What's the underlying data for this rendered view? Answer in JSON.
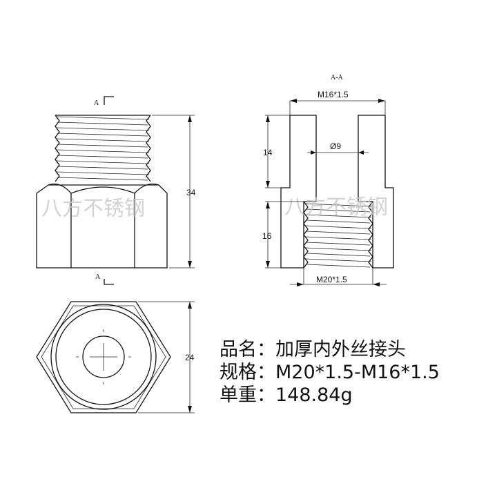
{
  "watermark": "八方不锈钢",
  "front_view": {
    "section_mark_top": "A",
    "section_mark_bottom": "A",
    "height_dim": "34"
  },
  "section_view": {
    "title": "A-A",
    "top_thread": "M16*1.5",
    "bore_dim": "Ø9",
    "upper_len": "14",
    "lower_len": "16",
    "bottom_thread": "M20*1.5"
  },
  "bottom_view": {
    "width_dim": "24"
  },
  "info": {
    "name_label": "品名：",
    "name_value": "加厚内外丝接头",
    "spec_label": "规格：",
    "spec_value": "M20*1.5-M16*1.5",
    "weight_label": "单重：",
    "weight_value": "148.84g"
  }
}
